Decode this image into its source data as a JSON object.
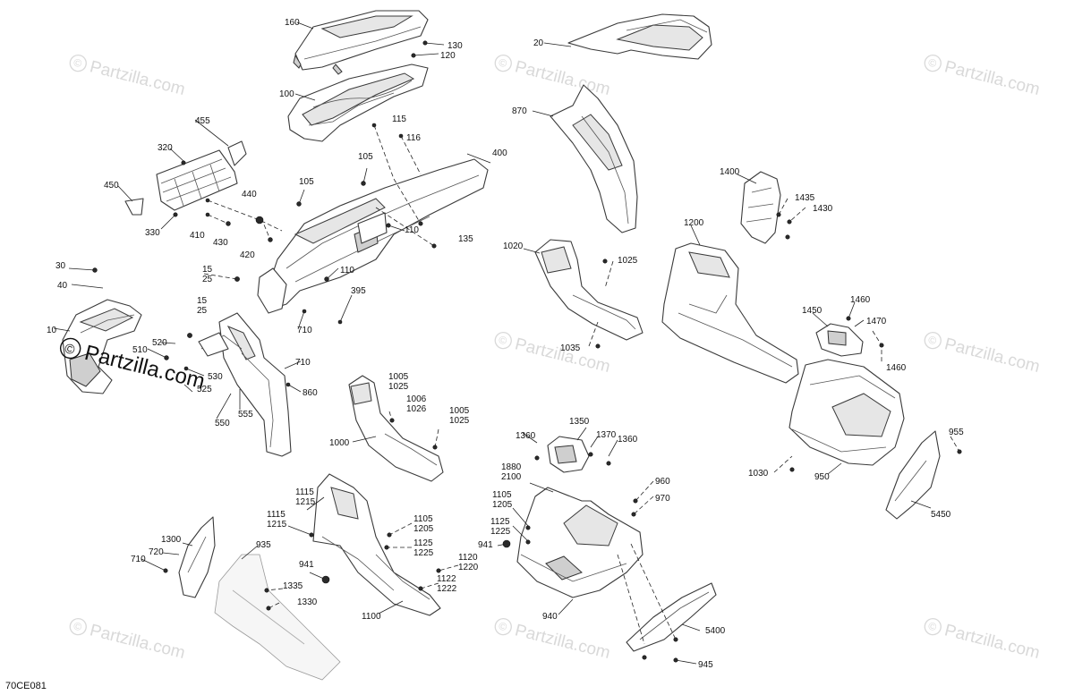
{
  "watermark": {
    "text": "Partzilla.com",
    "symbol": "©"
  },
  "brand_watermark": {
    "text": "Partzilla.com",
    "symbol": "©"
  },
  "diagram_code": "70CE081",
  "callouts": {
    "c160": "160",
    "c130": "130",
    "c120": "120",
    "c100": "100",
    "c20": "20",
    "c455": "455",
    "c320": "320",
    "c450": "450",
    "c330": "330",
    "c115": "115",
    "c116": "116",
    "c105a": "105",
    "c105b": "105",
    "c440": "440",
    "c410": "410",
    "c430": "430",
    "c420": "420",
    "c110a": "110",
    "c110b": "110",
    "c135": "135",
    "c400": "400",
    "c30": "30",
    "c40": "40",
    "c10": "10",
    "c15a": "15",
    "c25a": "25",
    "c15b": "15",
    "c25b": "25",
    "c395": "395",
    "c710a": "710",
    "c710b": "710",
    "c710c": "710",
    "c510": "510",
    "c520": "520",
    "c530": "530",
    "c525": "525",
    "c550": "550",
    "c555": "555",
    "c860": "860",
    "c870": "870",
    "c1400": "1400",
    "c1435": "1435",
    "c1430": "1430",
    "c1200": "1200",
    "c1020": "1020",
    "c1025": "1025",
    "c1035": "1035",
    "c1460a": "1460",
    "c1450": "1450",
    "c1470": "1470",
    "c1460b": "1460",
    "c1005a": "1005",
    "c1025a": "1025",
    "c1006": "1006",
    "c1026": "1026",
    "c1005b": "1005",
    "c1025b": "1025",
    "c1000": "1000",
    "c1350": "1350",
    "c1360a": "1360",
    "c1370": "1370",
    "c1360b": "1360",
    "c955": "955",
    "c1030": "1030",
    "c950": "950",
    "c5450": "5450",
    "c1880": "1880",
    "c2100": "2100",
    "c960": "960",
    "c970": "970",
    "c1105a": "1105",
    "c1205a": "1205",
    "c1125a": "1125",
    "c1225a": "1225",
    "c941a": "941",
    "c940": "940",
    "c5400": "5400",
    "c945": "945",
    "c1115a": "1115",
    "c1215a": "1215",
    "c1115b": "1115",
    "c1215b": "1215",
    "c1105b": "1105",
    "c1205b": "1205",
    "c1125b": "1125",
    "c1225b": "1225",
    "c1120": "1120",
    "c1220": "1220",
    "c1122": "1122",
    "c1222": "1222",
    "c941b": "941",
    "c1100": "1100",
    "c1300": "1300",
    "c720": "720",
    "c935": "935",
    "c1335": "1335",
    "c1330": "1330"
  }
}
